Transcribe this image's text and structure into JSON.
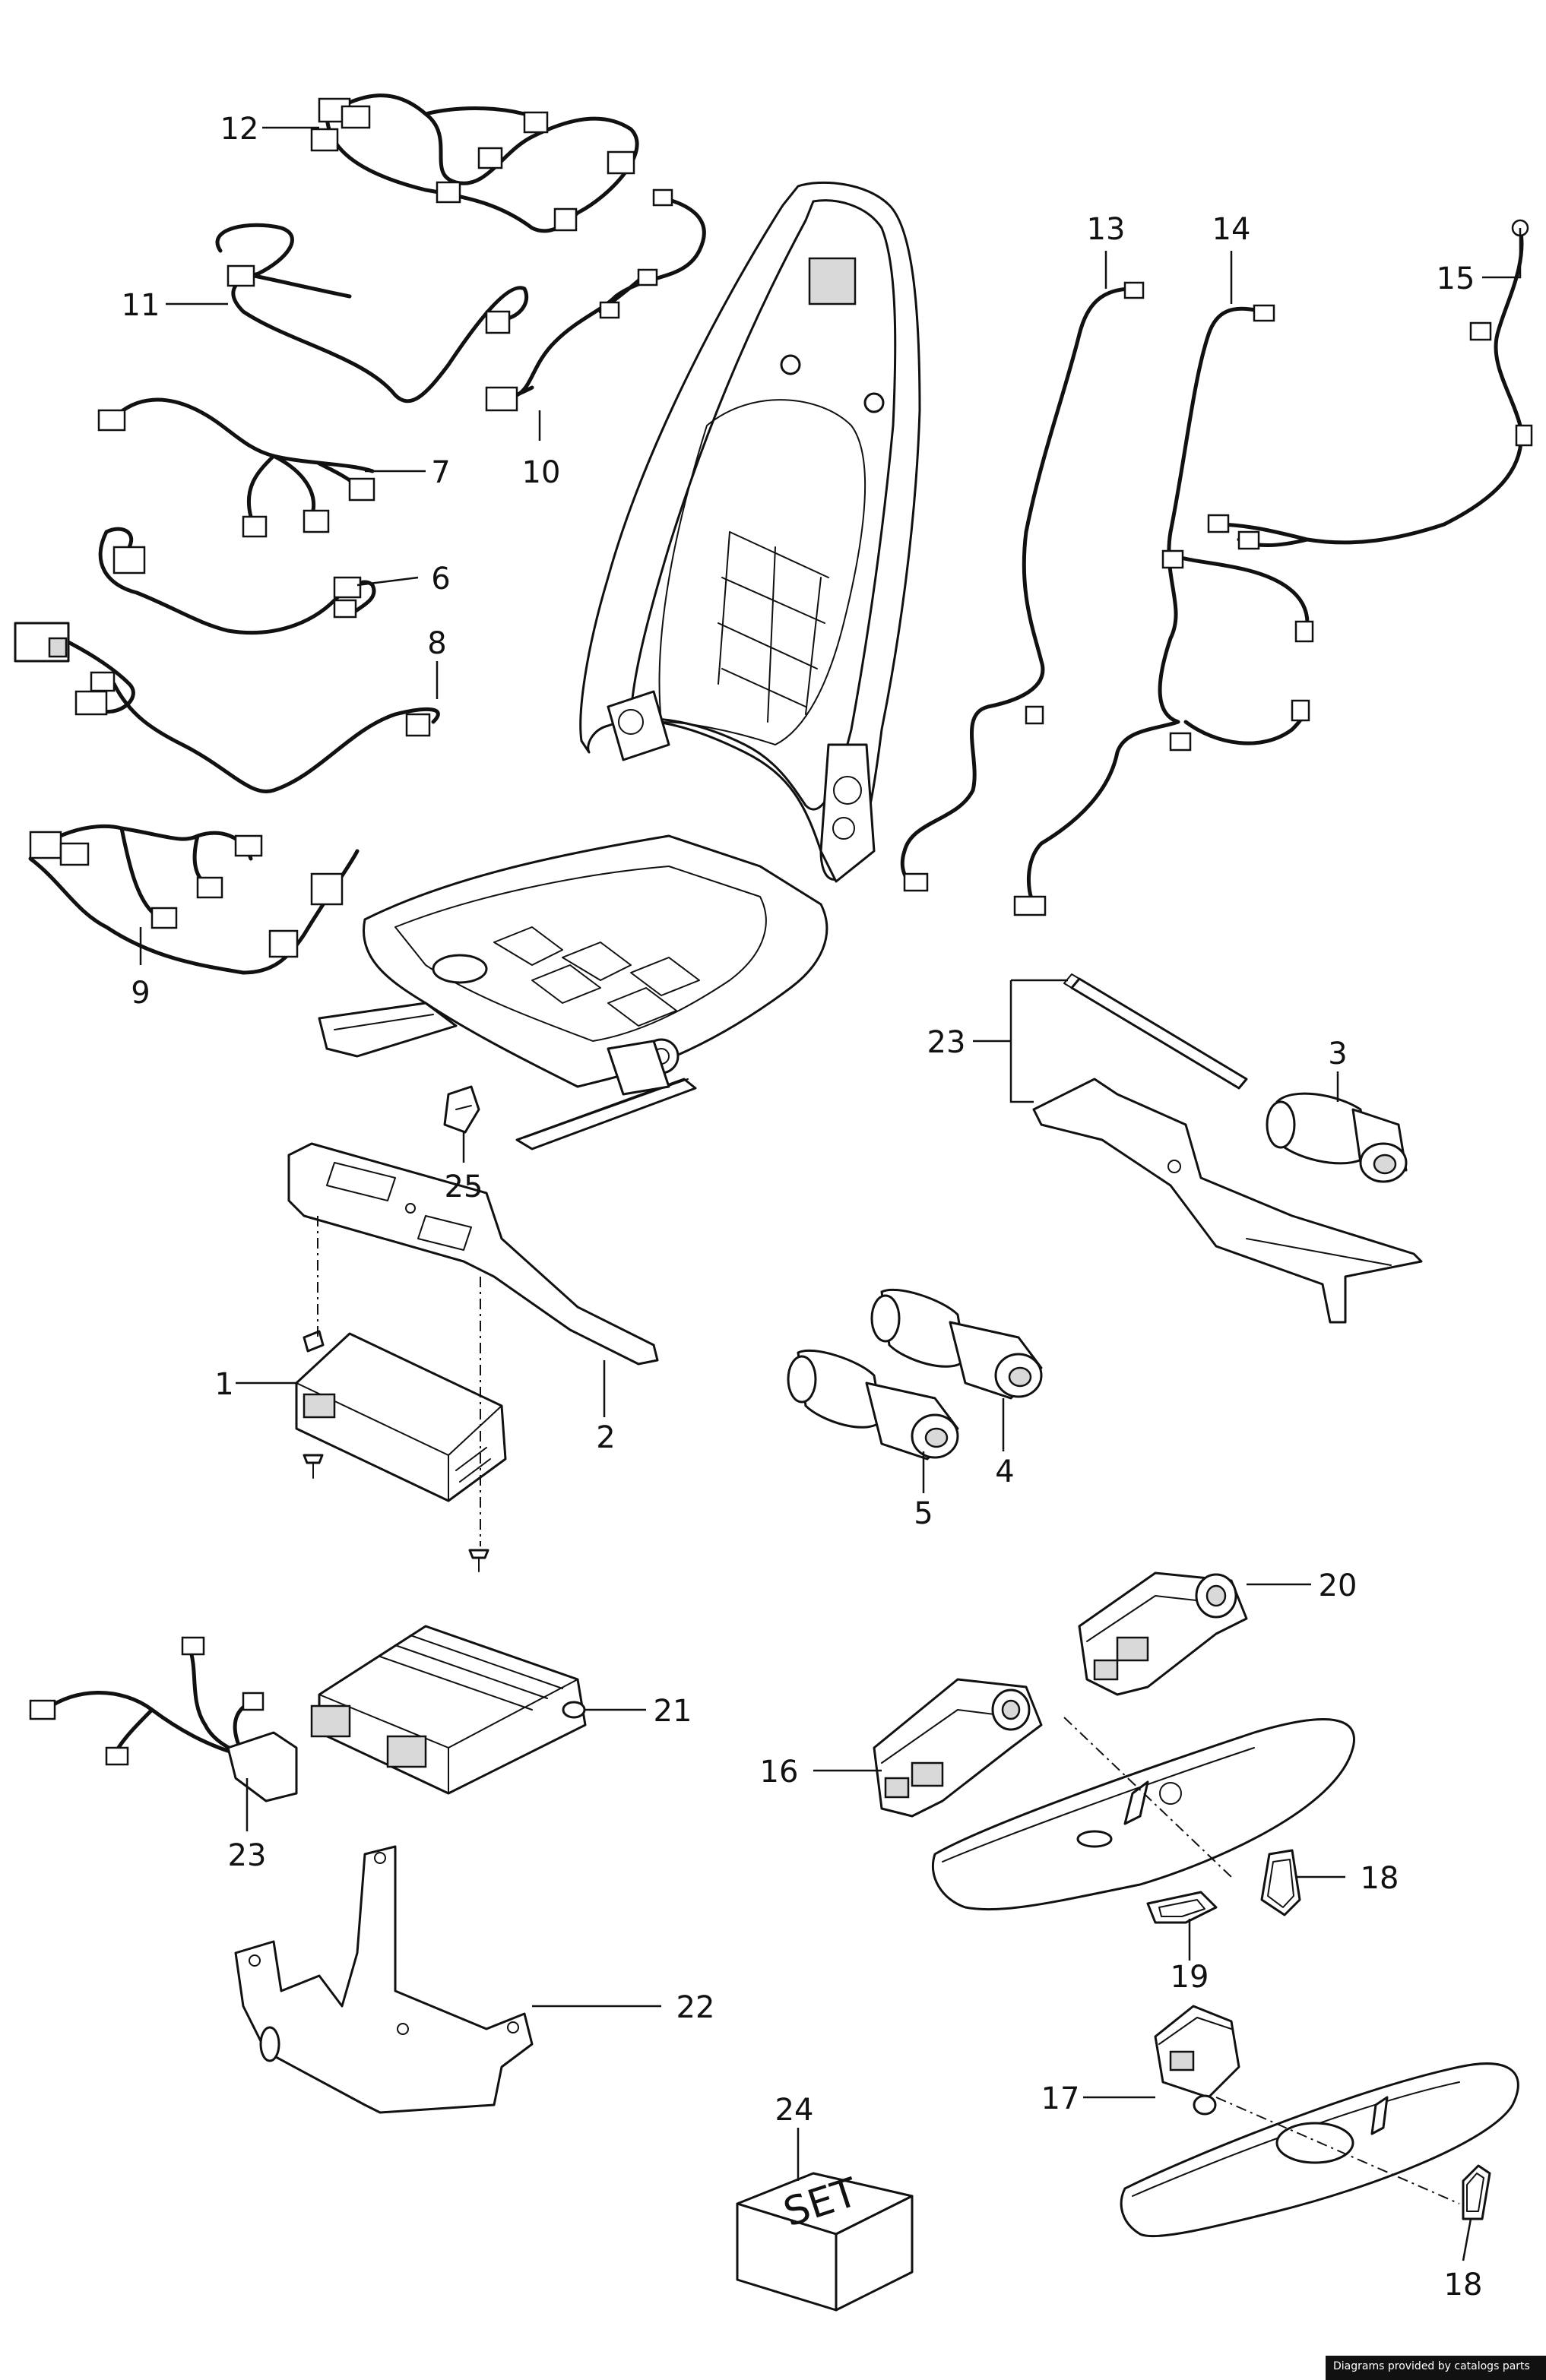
{
  "callouts": [
    {
      "id": "12",
      "label": "12"
    },
    {
      "id": "11",
      "label": "11"
    },
    {
      "id": "10",
      "label": "10"
    },
    {
      "id": "7",
      "label": "7"
    },
    {
      "id": "6",
      "label": "6"
    },
    {
      "id": "8",
      "label": "8"
    },
    {
      "id": "9",
      "label": "9"
    },
    {
      "id": "13",
      "label": "13"
    },
    {
      "id": "14",
      "label": "14"
    },
    {
      "id": "15",
      "label": "15"
    },
    {
      "id": "23a",
      "label": "23"
    },
    {
      "id": "3",
      "label": "3"
    },
    {
      "id": "25",
      "label": "25"
    },
    {
      "id": "1",
      "label": "1"
    },
    {
      "id": "2",
      "label": "2"
    },
    {
      "id": "4",
      "label": "4"
    },
    {
      "id": "5",
      "label": "5"
    },
    {
      "id": "20",
      "label": "20"
    },
    {
      "id": "21",
      "label": "21"
    },
    {
      "id": "16",
      "label": "16"
    },
    {
      "id": "23b",
      "label": "23"
    },
    {
      "id": "18a",
      "label": "18"
    },
    {
      "id": "19",
      "label": "19"
    },
    {
      "id": "22",
      "label": "22"
    },
    {
      "id": "24",
      "label": "24"
    },
    {
      "id": "17",
      "label": "17"
    },
    {
      "id": "18b",
      "label": "18"
    }
  ],
  "set_box_text": "SET",
  "credit": "Diagrams provided by catalogs parts"
}
